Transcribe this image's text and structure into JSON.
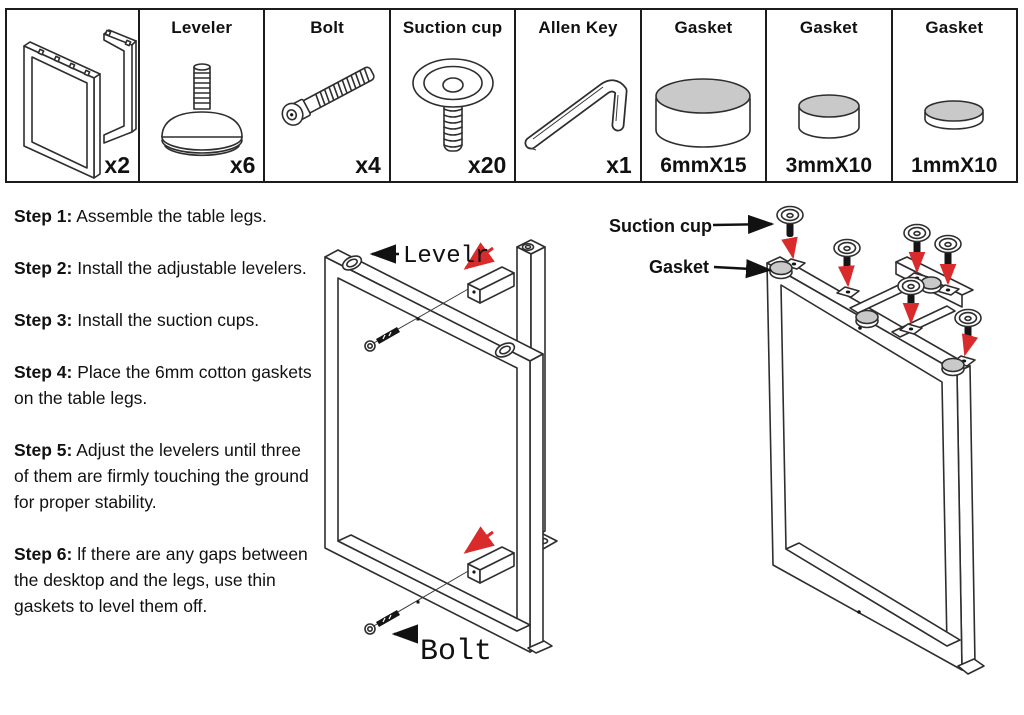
{
  "parts_table": {
    "cells": [
      {
        "item": "table-leg-frame",
        "label": "",
        "qty": "x2"
      },
      {
        "item": "leveler",
        "label": "Leveler",
        "qty": "x6"
      },
      {
        "item": "bolt",
        "label": "Bolt",
        "qty": "x4"
      },
      {
        "item": "suction-cup",
        "label": "Suction cup",
        "qty": "x20"
      },
      {
        "item": "allen-key",
        "label": "Allen Key",
        "qty": "x1"
      },
      {
        "item": "gasket-6mm",
        "label": "Gasket",
        "qty": "6mmX15"
      },
      {
        "item": "gasket-3mm",
        "label": "Gasket",
        "qty": "3mmX10"
      },
      {
        "item": "gasket-1mm",
        "label": "Gasket",
        "qty": "1mmX10"
      }
    ]
  },
  "steps": [
    {
      "prefix": "Step 1:",
      "text": " Assemble the table legs."
    },
    {
      "prefix": "Step 2:",
      "text": " Install the adjustable levelers."
    },
    {
      "prefix": "Step 3:",
      "text": " Install the suction cups."
    },
    {
      "prefix": "Step 4:",
      "text": " Place the 6mm cotton gaskets on the table legs."
    },
    {
      "prefix": "Step 5:",
      "text": " Adjust the levelers until three of them are firmly touching the ground for proper stability."
    },
    {
      "prefix": "Step 6:",
      "text": " lf there are any gaps between the desktop and the legs, use thin gaskets to level them off."
    }
  ],
  "diagrams": {
    "leg_assembly": {
      "leveler_label": "Levelr",
      "bolt_label": "Bolt"
    },
    "suction_install": {
      "suction_cup_label": "Suction cup",
      "gasket_label": "Gasket"
    }
  },
  "colors": {
    "line": "#2e2e2e",
    "accent_red": "#d92b2b",
    "gasket_fill": "#c9c9c9",
    "text": "#111111"
  }
}
